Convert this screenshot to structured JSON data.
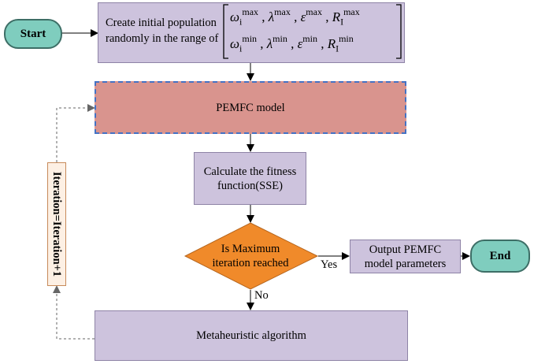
{
  "nodes": {
    "start": "Start",
    "end": "End",
    "init_line1": "Create initial population",
    "init_line2": "randomly in the range of",
    "pemfc_model": "PEMFC model",
    "fitness_line1": "Calculate the fitness",
    "fitness_line2": "function(SSE)",
    "decision_line1": "Is Maximum",
    "decision_line2": "iteration reached",
    "output_line1": "Output PEMFC",
    "output_line2": "model parameters",
    "metaheuristic": "Metaheuristic algorithm",
    "iteration": "Iteration=Iteration+1"
  },
  "edges": {
    "yes": "Yes",
    "no": "No"
  },
  "range": {
    "max_row": [
      "ω",
      "i",
      "max",
      "λ",
      "max",
      "ε",
      "max",
      "R",
      "I",
      "max"
    ],
    "min_row": [
      "ω",
      "i",
      "min",
      "λ",
      "min",
      "ε",
      "min",
      "R",
      "I",
      "min"
    ],
    "max_sup": "max",
    "min_sup": "min",
    "omega": "ω",
    "omega_sub": "i",
    "lambda": "λ",
    "epsilon": "ε",
    "r": "R",
    "r_sub": "I"
  },
  "colors": {
    "lavender": "#cdc3dd",
    "pemfc_fill": "#d9948e",
    "pemfc_border": "#4472c4",
    "decision": "#f08a2a",
    "pill": "#7fcdbe",
    "iteration_fill": "#fdf0e4"
  }
}
